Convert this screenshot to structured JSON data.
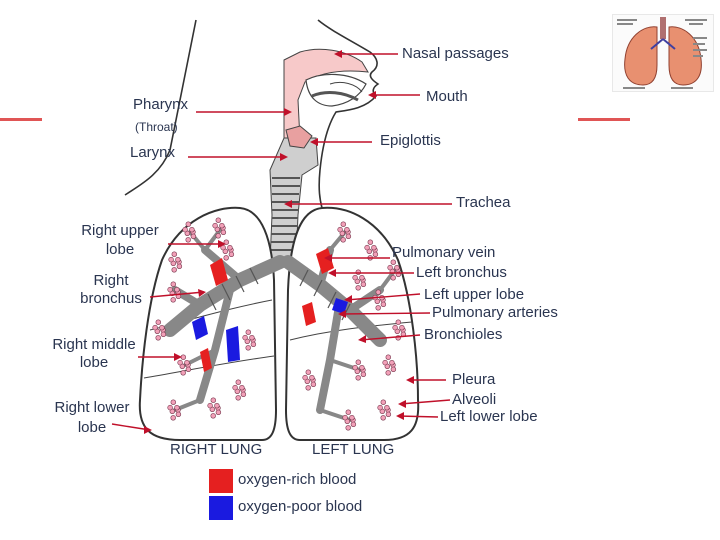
{
  "labels": {
    "nasal": "Nasal passages",
    "mouth": "Mouth",
    "pharynx": "Pharynx",
    "throat": "(Throat)",
    "epiglottis": "Epiglottis",
    "larynx": "Larynx",
    "trachea": "Trachea",
    "right_upper_lobe_1": "Right upper",
    "right_upper_lobe_2": "lobe",
    "pulmonary_vein": "Pulmonary vein",
    "left_bronchus": "Left bronchus",
    "right_bronchus_1": "Right",
    "right_bronchus_2": "bronchus",
    "left_upper_lobe": "Left upper lobe",
    "pulmonary_arteries": "Pulmonary arteries",
    "bronchioles": "Bronchioles",
    "right_middle_lobe_1": "Right middle",
    "right_middle_lobe_2": "lobe",
    "pleura": "Pleura",
    "alveoli": "Alveoli",
    "right_lower_lobe_1": "Right lower",
    "right_lower_lobe_2": "lobe",
    "left_lower_lobe": "Left lower lobe",
    "right_lung": "RIGHT LUNG",
    "left_lung": "LEFT LUNG"
  },
  "legend": {
    "oxygen_rich": "oxygen-rich blood",
    "oxygen_poor": "oxygen-poor blood"
  },
  "colors": {
    "accent_line": "#e05555",
    "oxygen_rich": "#e52020",
    "oxygen_poor": "#1a1ae0",
    "tissue_pink": "#f7c9c9",
    "label_text": "#2a3550",
    "leader_line": "#c0102a"
  }
}
